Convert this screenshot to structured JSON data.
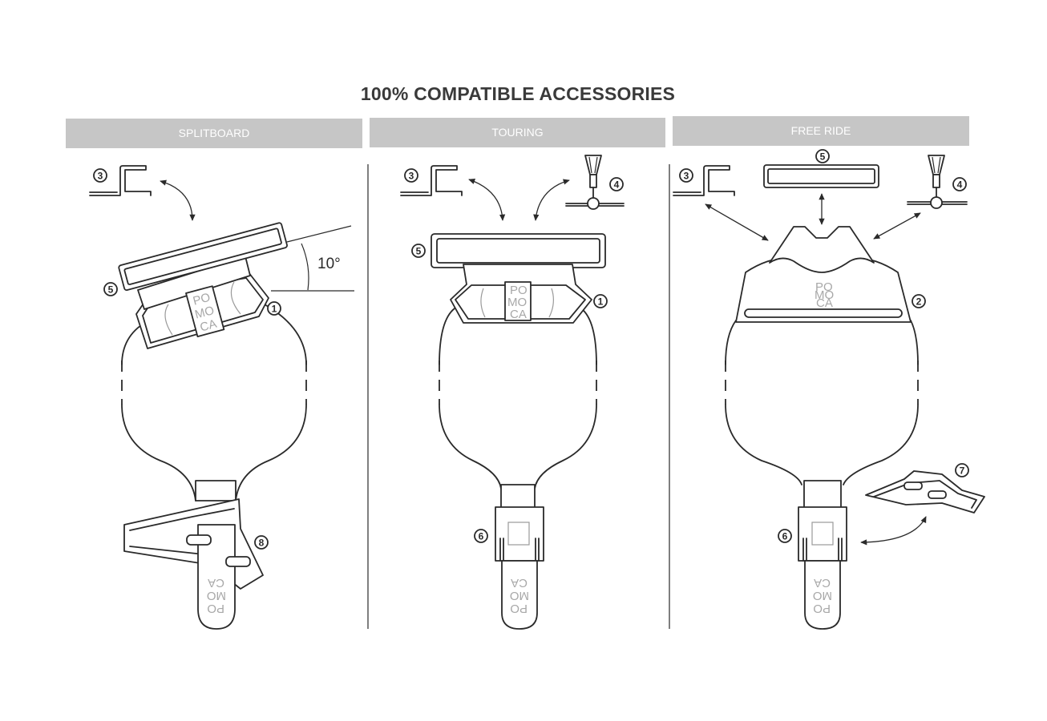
{
  "title": "100% COMPATIBLE ACCESSORIES",
  "sections": [
    {
      "label": "SPLITBOARD"
    },
    {
      "label": "TOURING"
    },
    {
      "label": "FREE RIDE"
    }
  ],
  "angle_label": "10°",
  "logo": {
    "line1": "PO",
    "line2": "MO",
    "line3": "CA"
  },
  "callouts": {
    "tip_clip": "3",
    "tip_bar": "5",
    "tip_fix": "1",
    "tail_clip_8": "8",
    "nose_cap": "4",
    "tail_clip_6": "6",
    "freeride_tip": "2",
    "tail_hook": "7"
  },
  "colors": {
    "header_bg": "#c6c6c6",
    "header_text": "#ffffff",
    "title": "#3a3a3a",
    "line": "#2a2a2a",
    "logo": "#a8a8a8"
  }
}
